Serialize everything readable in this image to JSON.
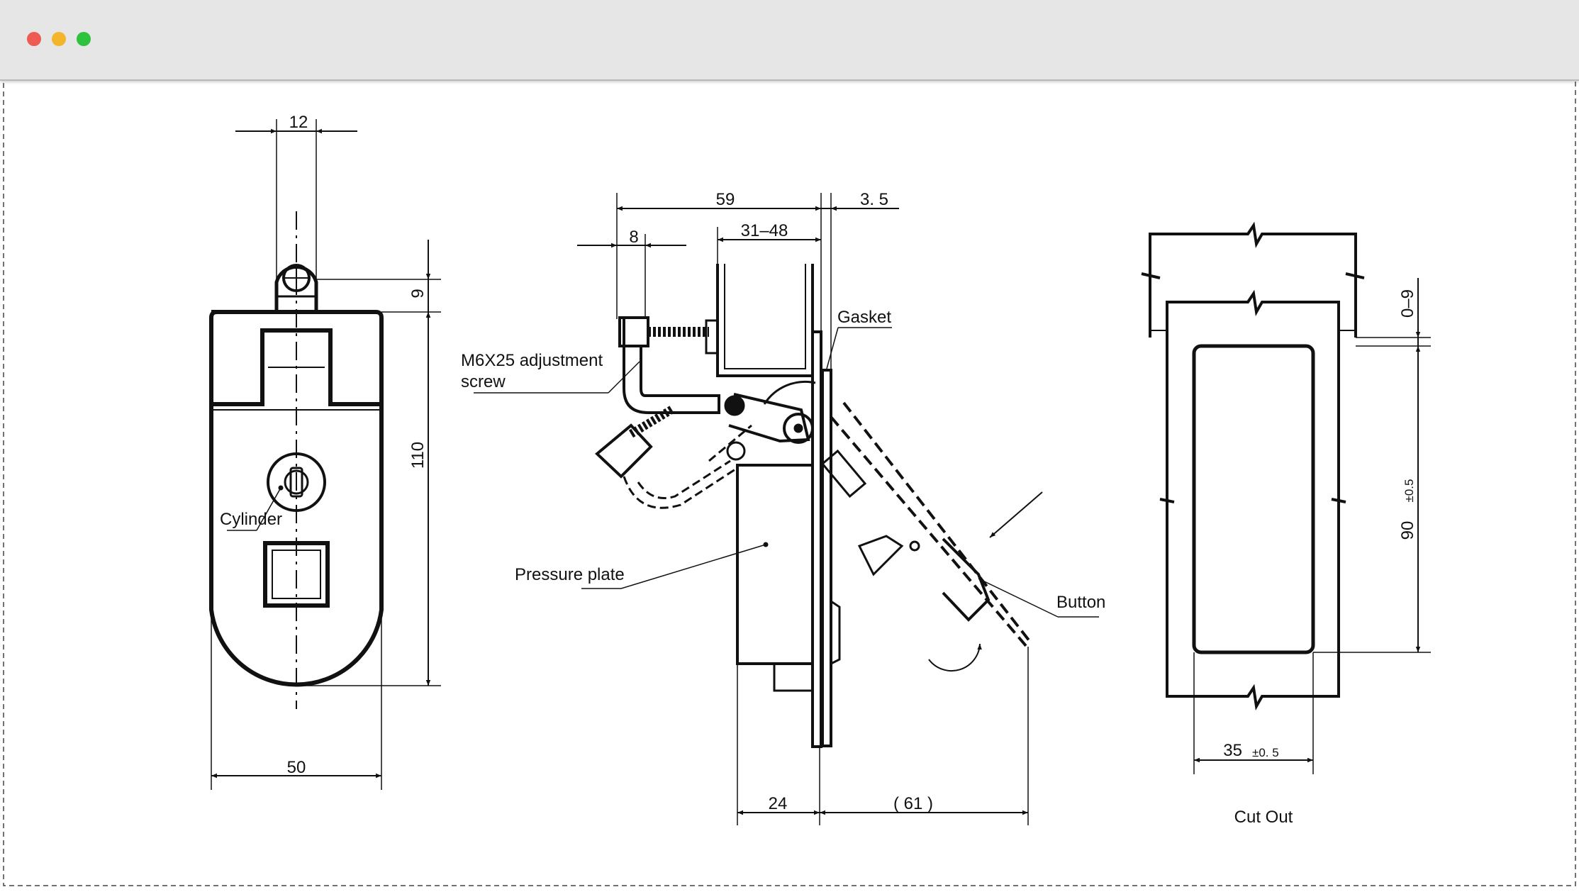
{
  "window": {
    "controls": [
      {
        "name": "close",
        "color": "#ee5b52"
      },
      {
        "name": "minimize",
        "color": "#f5b52b"
      },
      {
        "name": "zoom",
        "color": "#2fc23c"
      }
    ]
  },
  "drawing": {
    "front_view": {
      "dim_width_top": "12",
      "dim_hinge": "9",
      "dim_height": "110",
      "dim_width": "50",
      "callout_cylinder": "Cylinder"
    },
    "side_view": {
      "dim_overall": "59",
      "dim_gasket_thickness": "3. 5",
      "dim_screw_offset": "8",
      "dim_adjust_range": "31–48",
      "dim_depth": "24",
      "dim_open_reach": "( 61 )",
      "callout_screw_line1": "M6X25 adjustment",
      "callout_screw_line2": "screw",
      "callout_gasket": "Gasket",
      "callout_pressure_plate": "Pressure plate",
      "callout_button": "Button"
    },
    "cutout_view": {
      "dim_panel": "0–9",
      "dim_height": "90",
      "dim_height_tol": "±0.5",
      "dim_width": "35",
      "dim_width_tol": "±0. 5",
      "caption": "Cut Out"
    }
  }
}
